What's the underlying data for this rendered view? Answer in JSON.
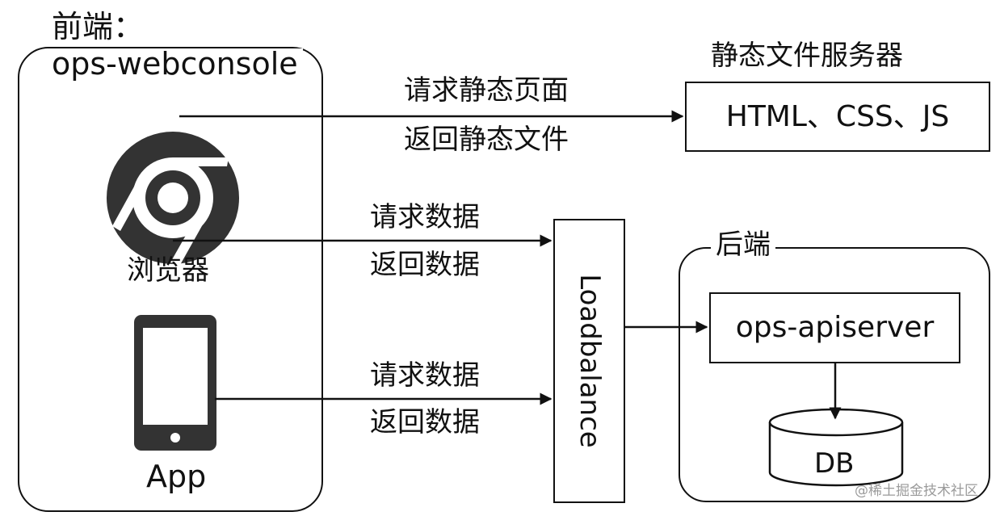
{
  "frontend": {
    "title_line1": "前端：",
    "title_line2": "ops-webconsole",
    "browser_label": "浏览器",
    "app_label": "App"
  },
  "static_server": {
    "title": "静态文件服务器",
    "content": "HTML、CSS、JS"
  },
  "loadbalance": {
    "label": "Loadbalance"
  },
  "backend": {
    "title": "后端",
    "api_server": "ops-apiserver",
    "db": "DB"
  },
  "edges": {
    "static_request": "请求静态页面",
    "static_response": "返回静态文件",
    "browser_request": "请求数据",
    "browser_response": "返回数据",
    "app_request": "请求数据",
    "app_response": "返回数据"
  },
  "watermark": "@稀土掘金技术社区",
  "colors": {
    "stroke": "#111111",
    "icon_fill": "#333333",
    "background": "#ffffff"
  },
  "icons": {
    "browser": "chrome-icon",
    "app": "smartphone-icon"
  }
}
